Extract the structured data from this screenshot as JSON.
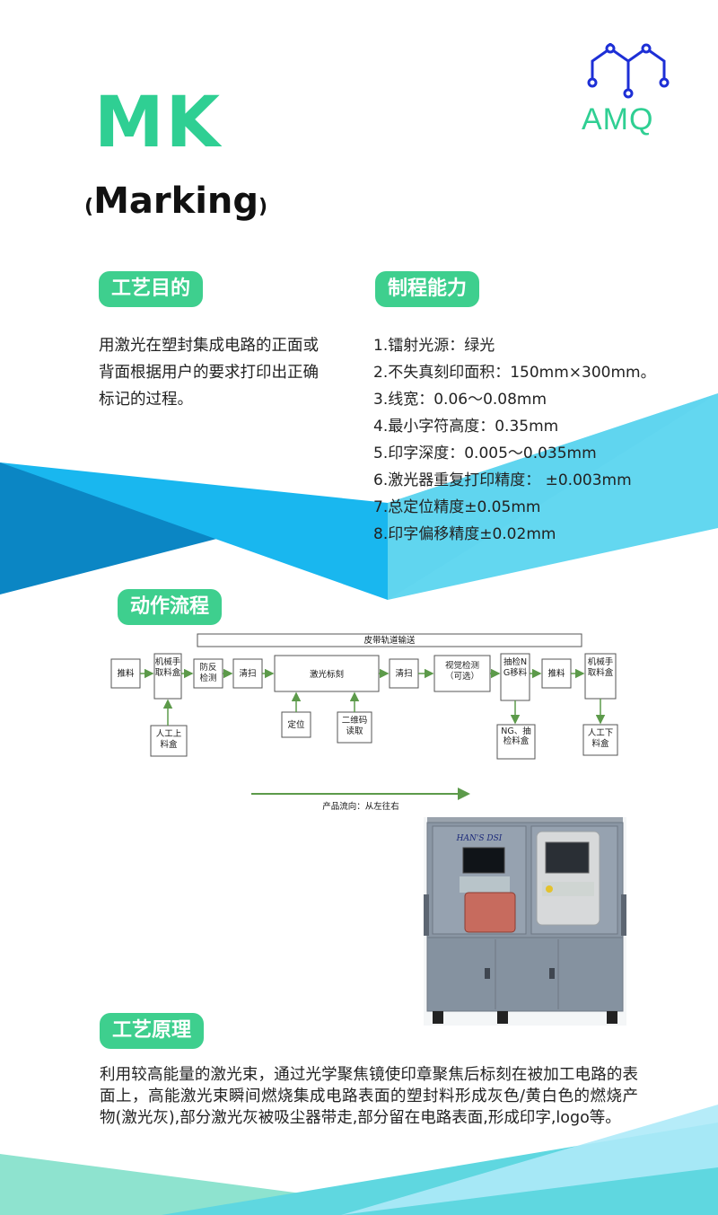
{
  "colors": {
    "accent_green": "#3ecf8e",
    "title_green": "#2fcf93",
    "cyan": "#19b7ef",
    "deep_blue": "#0b86c4",
    "light_cyan": "#63d7f0",
    "logo_blue": "#1d2fd6",
    "flow_arrow": "#5c9a4a"
  },
  "header": {
    "title": "MK",
    "subtitle": "Marking",
    "paren_open": "(",
    "paren_close": ")"
  },
  "logo": {
    "text": "AMQ",
    "icon": "circuit-m-icon"
  },
  "sections": {
    "purpose": {
      "heading": "工艺目的",
      "text": "用激光在塑封集成电路的正面或背面根据用户的要求打印出正确标记的过程。"
    },
    "capability": {
      "heading": "制程能力",
      "items": [
        "1.镭射光源：绿光",
        "2.不失真刻印面积：150mm×300mm。",
        "3.线宽：0.06～0.08mm",
        "4.最小字符高度：0.35mm",
        "5.印字深度：0.005～0.035mm",
        "6.激光器重复打印精度： ±0.003mm",
        "7.总定位精度±0.05mm",
        "8.印字偏移精度±0.02mm"
      ]
    },
    "flow": {
      "heading": "动作流程",
      "conveyor": "皮带轨道输送",
      "steps": [
        "推料",
        "机械手取料盒",
        "防反检测",
        "清扫",
        "激光标刻",
        "清扫",
        "视觉检测（可选）",
        "抽检NG移料",
        "推料",
        "机械手取料盒"
      ],
      "inputs": [
        "人工上料盒",
        "定位",
        "二维码读取",
        "NG、抽检料盒",
        "人工下料盒"
      ],
      "direction": "产品流向：从左往右"
    },
    "machine": {
      "brand": "HAN'S DSI"
    },
    "principle": {
      "heading": "工艺原理",
      "text": "利用较高能量的激光束，通过光学聚焦镜使印章聚焦后标刻在被加工电路的表面上，高能激光束瞬间燃烧集成电路表面的塑封料形成灰色/黄白色的燃烧产物(激光灰),部分激光灰被吸尘器带走,部分留在电路表面,形成印字,logo等。"
    }
  }
}
